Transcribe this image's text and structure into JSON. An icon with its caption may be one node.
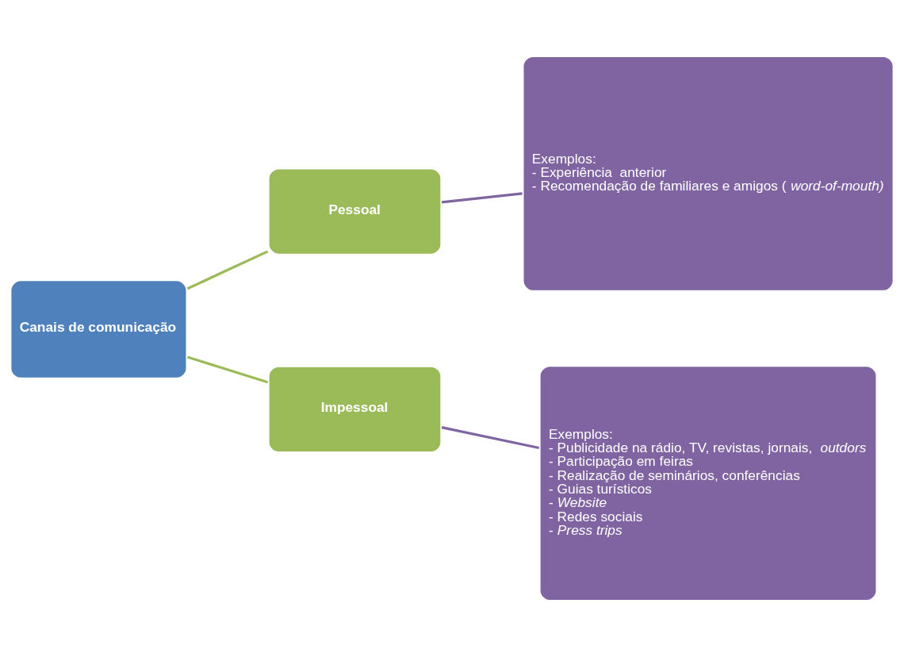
{
  "diagram": {
    "nodes": [
      {
        "text": [
          "Canais de comunicação"
        ]
      },
      {
        "text": [
          "Pessoal"
        ]
      },
      {
        "text": [
          "Impessoal"
        ]
      },
      {
        "text": [
          "Exemplos:",
          "- Experiência  anterior",
          "- Recomendação de familiares e amigos (*word-of-mouth)*"
        ]
      },
      {
        "text": [
          "Exemplos:",
          "- Publicidade na rádio, TV, revistas, jornais, *outdors*",
          "- Participação em feiras",
          "- Realização de seminários, conferências",
          "- Guias turísticos",
          "- *Website*",
          "- Redes sociais",
          "- *Press trips*"
        ]
      }
    ],
    "edges": [
      {
        "from": 0,
        "to": 1,
        "arrow": "none",
        "color": "#9bbb59"
      },
      {
        "from": 0,
        "to": 2,
        "arrow": "none",
        "color": "#9bbb59"
      },
      {
        "from": 1,
        "to": 3,
        "arrow": "none",
        "color": "#8064a2"
      },
      {
        "from": 2,
        "to": 4,
        "arrow": "none",
        "color": "#8064a2"
      }
    ]
  }
}
